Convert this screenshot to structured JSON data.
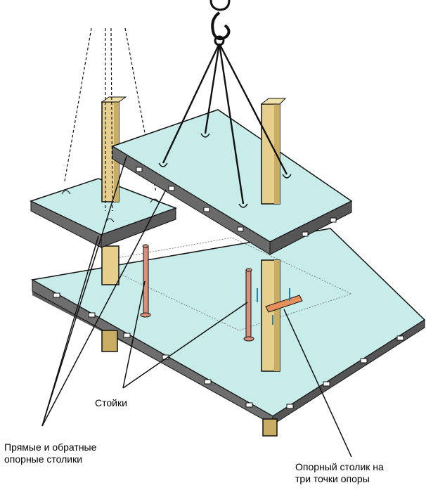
{
  "labels": {
    "racks": "Стойки",
    "straight_reverse_line1": "Прямые и обратные",
    "straight_reverse_line2": "опорные столики",
    "three_point_line1": "Опорный столик на",
    "three_point_line2": "три точки опоры"
  },
  "colors": {
    "slab_fill": "#c8ecea",
    "slab_edge": "#4a4a4a",
    "column_fill": "#e6cf8c",
    "column_shade": "#c9ad62",
    "prop_fill": "#d9907a",
    "bracket_fill": "#e58f5a",
    "outline": "#111111"
  },
  "icons": [
    "crane-hook-icon"
  ]
}
